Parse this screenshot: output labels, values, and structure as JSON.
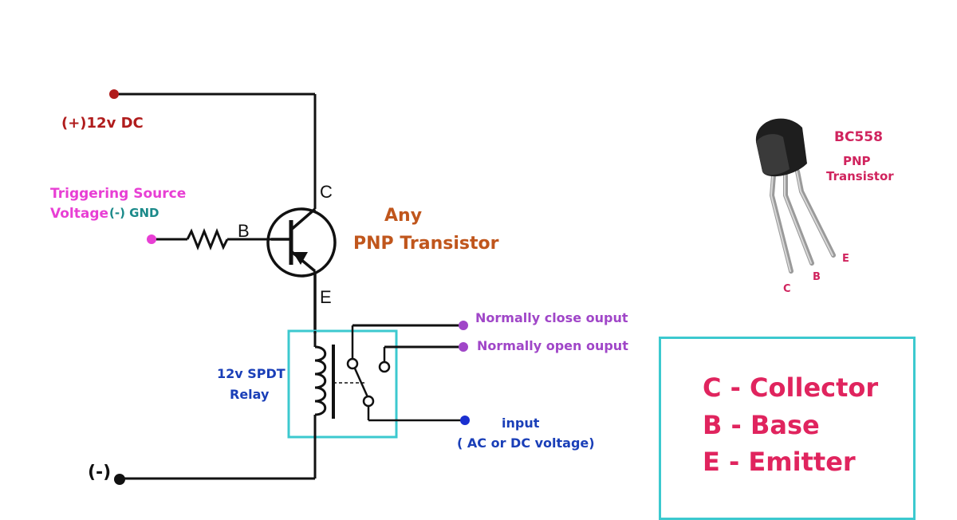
{
  "circuit": {
    "supply_label": "(+)12v DC",
    "trigger_label": "Triggering Source",
    "trigger_label_2": "Voltage",
    "gnd_label": "(-) GND",
    "base_pin": "B",
    "collector_pin": "C",
    "emitter_pin": "E",
    "transistor_label_1": "Any",
    "transistor_label_2": "PNP Transistor",
    "relay_label_1": "12v SPDT",
    "relay_label_2": "Relay",
    "nc_output": "Normally close ouput",
    "no_output": "Normally open ouput",
    "input_label": "input",
    "input_sub": "( AC or DC voltage)",
    "ground_label": "(-)"
  },
  "component": {
    "part_number": "BC558",
    "type_line_1": "PNP",
    "type_line_2": "Transistor",
    "pin_c": "C",
    "pin_b": "B",
    "pin_e": "E"
  },
  "legend": {
    "c": "C - Collector",
    "b": "B - Base",
    "e": "E - Emitter"
  },
  "colors": {
    "supply": "#b01c1c",
    "trigger": "#e83fd4",
    "gnd": "#1b8a8a",
    "transistor_text": "#c0561c",
    "relay_text": "#1a3fb8",
    "output_text": "#a046c8",
    "input_dot": "#1a2fd0",
    "component_text": "#d0245e",
    "legend_border": "#3cc9cf"
  }
}
